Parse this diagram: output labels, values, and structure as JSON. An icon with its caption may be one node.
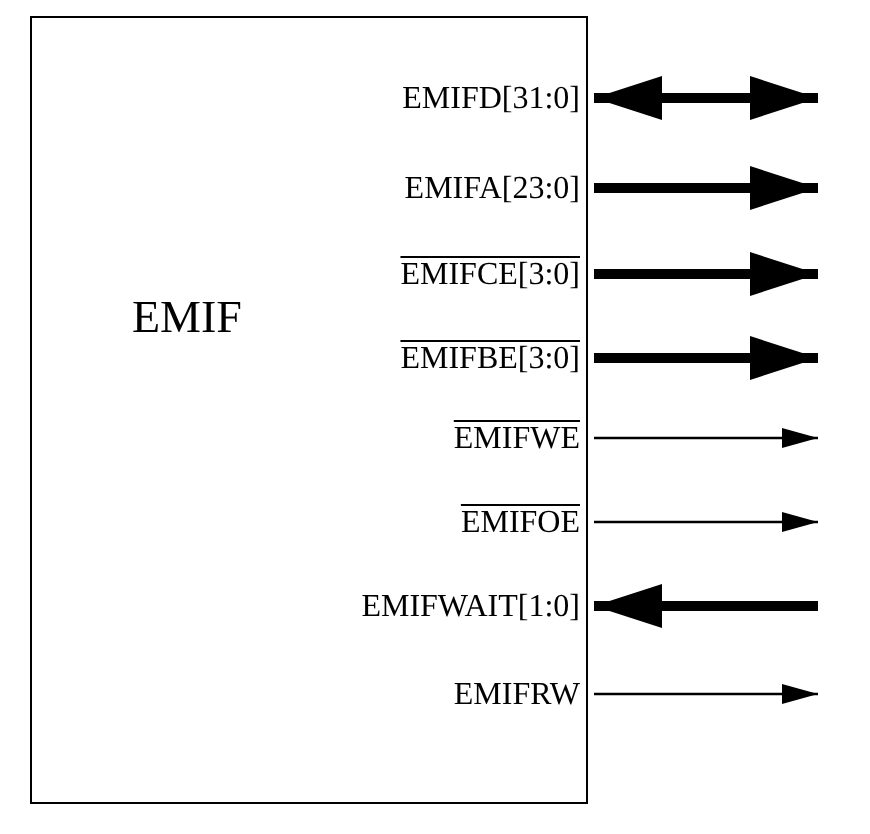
{
  "diagram": {
    "nodes": [
      {
        "text": [
          "EMIF"
        ]
      },
      {
        "text": [
          "EMIFD[31:0]"
        ],
        "in": 0
      },
      {
        "text": [
          "EMIFA[23:0]"
        ],
        "in": 0
      },
      {
        "text": [
          "EMIFCE[3:0]"
        ],
        "in": 0
      },
      {
        "text": [
          "EMIFBE[3:0]"
        ],
        "in": 0
      },
      {
        "text": [
          "EMIFWE"
        ],
        "in": 0
      },
      {
        "text": [
          "EMIFOE"
        ],
        "in": 0
      },
      {
        "text": [
          "EMIFWAIT[1:0]"
        ],
        "in": 0
      },
      {
        "text": [
          "EMIFRW"
        ],
        "in": 0
      }
    ],
    "edges": [
      {
        "from": 1,
        "to": null,
        "arrow": "both"
      },
      {
        "from": 2,
        "to": null,
        "arrow": "to"
      },
      {
        "from": 3,
        "to": null,
        "arrow": "to"
      },
      {
        "from": 4,
        "to": null,
        "arrow": "to"
      },
      {
        "from": 5,
        "to": null,
        "arrow": "to"
      },
      {
        "from": 6,
        "to": null,
        "arrow": "to"
      },
      {
        "from": null,
        "to": 7,
        "arrow": "to"
      },
      {
        "from": 8,
        "to": null,
        "arrow": "to"
      }
    ]
  }
}
